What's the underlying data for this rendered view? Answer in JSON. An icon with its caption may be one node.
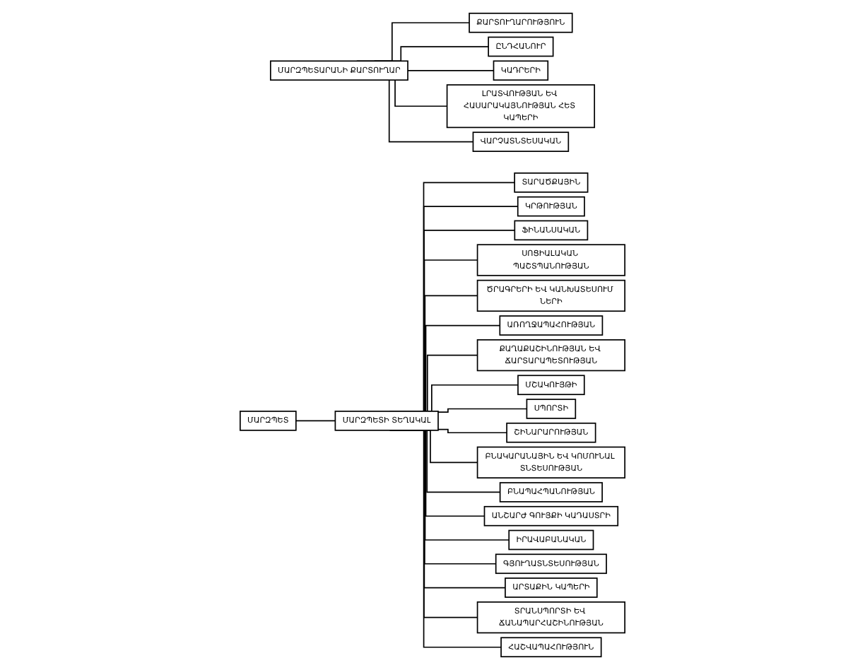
{
  "diagram": {
    "nodes": [
      {
        "text": [
          "ՄԱՐԶՊԵՏ"
        ]
      },
      {
        "text": [
          "ՄԱՐԶՊԵՏԻ ՏԵՂԱԿԱԼ"
        ]
      },
      {
        "text": [
          "ՏԱՐԱԾՔԱՅԻՆ"
        ]
      },
      {
        "text": [
          "ԿՐԹՈՒԹՅԱՆ"
        ]
      },
      {
        "text": [
          "ՖԻՆԱՆՍԱԿԱՆ"
        ]
      },
      {
        "text": [
          "ՍՈՑԻԱԼԱԿԱՆ ՊԱՇՏՊԱՆՈՒԹՅԱՆ"
        ]
      },
      {
        "text": [
          "ԾՐԱԳՐԵՐԻ ԵՎ ԿԱՆԽԱՏԵՍՈՒՄ ՆԵՐԻ"
        ]
      },
      {
        "text": [
          "ԱՌՈՂՋԱՊԱՀՈՒԹՅԱՆ"
        ]
      },
      {
        "text": [
          "ՔԱՂԱՔԱՇԻՆՈՒԹՅԱՆ ԵՎ ՃԱՐՏԱՐԱՊԵՏՈՒԹՅԱՆ"
        ]
      },
      {
        "text": [
          "ՄՇԱԿՈՒՅԹԻ"
        ]
      },
      {
        "text": [
          "ՍՊՈՐՏԻ"
        ]
      },
      {
        "text": [
          "ՇԻՆԱՐԱՐՈՒԹՅԱՆ"
        ]
      },
      {
        "text": [
          "ԲՆԱԿԱՐԱՆԱՅԻՆ ԵՎ ԿՈՄՈՒՆԱԼ ՏՆՏԵՍՈՒԹՅԱՆ"
        ]
      },
      {
        "text": [
          "ԲՆԱՊԱՀՊԱՆՈՒԹՅԱՆ"
        ]
      },
      {
        "text": [
          "ԱՆՇԱՐԺ ԳՈՒՅՔԻ ԿԱԴԱՍՏՐԻ"
        ]
      },
      {
        "text": [
          "ԻՐԱՎԱԲԱՆԱԿԱՆ"
        ]
      },
      {
        "text": [
          "ԳՅՈՒՂԱՏՆՏԵՍՈՒԹՅԱՆ"
        ]
      },
      {
        "text": [
          "ԱՐՏԱՔԻՆ ԿԱՊԵՐԻ"
        ]
      },
      {
        "text": [
          "ՏՐԱՆՍՊՈՐՏԻ ԵՎ ՃԱՆԱՊԱՐՀԱՇԻՆՈՒԹՅԱՆ"
        ]
      },
      {
        "text": [
          "ՀԱՇՎԱՊԱՀՈՒԹՅՈՒՆ"
        ]
      },
      {
        "text": [
          "ՄԱՐԶՊԵՏԱՐԱՆԻ ՔԱՐՏՈՒՂԱՐ"
        ]
      },
      {
        "text": [
          "ՔԱՐՏՈՒՂԱՐՈՒԹՅՈՒՆ"
        ]
      },
      {
        "text": [
          "ԸՆԴՀԱՆՈՒՐ"
        ]
      },
      {
        "text": [
          "ԿԱԴՐԵՐԻ"
        ]
      },
      {
        "text": [
          "ԼՐԱՏՎՈՒԹՅԱՆ ԵՎ ՀԱՍԱՐԱԿԱՅՆՈՒԹՅԱՆ ՀԵՏ ԿԱՊԵՐԻ"
        ]
      },
      {
        "text": [
          "ՎԱՐՉԱՏՆՏԵՍԱԿԱՆ"
        ]
      }
    ],
    "edges": [
      {
        "from": 0,
        "to": 1,
        "arrow": "none"
      },
      {
        "from": 1,
        "to": 2,
        "arrow": "none"
      },
      {
        "from": 1,
        "to": 3,
        "arrow": "none"
      },
      {
        "from": 1,
        "to": 4,
        "arrow": "none"
      },
      {
        "from": 1,
        "to": 5,
        "arrow": "none"
      },
      {
        "from": 1,
        "to": 6,
        "arrow": "none"
      },
      {
        "from": 1,
        "to": 7,
        "arrow": "none"
      },
      {
        "from": 1,
        "to": 8,
        "arrow": "none"
      },
      {
        "from": 1,
        "to": 9,
        "arrow": "none"
      },
      {
        "from": 1,
        "to": 10,
        "arrow": "none"
      },
      {
        "from": 1,
        "to": 11,
        "arrow": "none"
      },
      {
        "from": 1,
        "to": 12,
        "arrow": "none"
      },
      {
        "from": 1,
        "to": 13,
        "arrow": "none"
      },
      {
        "from": 1,
        "to": 14,
        "arrow": "none"
      },
      {
        "from": 1,
        "to": 15,
        "arrow": "none"
      },
      {
        "from": 1,
        "to": 16,
        "arrow": "none"
      },
      {
        "from": 1,
        "to": 17,
        "arrow": "none"
      },
      {
        "from": 1,
        "to": 18,
        "arrow": "none"
      },
      {
        "from": 1,
        "to": 19,
        "arrow": "none"
      },
      {
        "from": 20,
        "to": 21,
        "arrow": "none"
      },
      {
        "from": 20,
        "to": 22,
        "arrow": "none"
      },
      {
        "from": 20,
        "to": 23,
        "arrow": "none"
      },
      {
        "from": 20,
        "to": 24,
        "arrow": "none"
      },
      {
        "from": 20,
        "to": 25,
        "arrow": "none"
      }
    ]
  }
}
